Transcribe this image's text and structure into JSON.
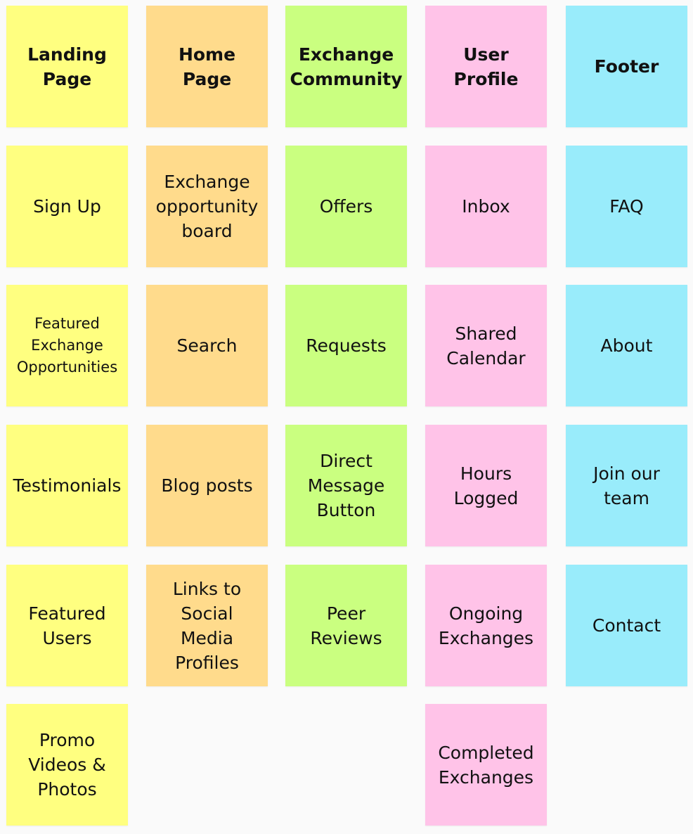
{
  "columns": {
    "landing_page": {
      "header": "Landing\nPage",
      "items": [
        "Sign Up",
        "Featured\nExchange\nOpportunities",
        "Testimonials",
        "Featured\nUsers",
        "Promo\nVideos &\nPhotos"
      ]
    },
    "home_page": {
      "header": "Home Page",
      "items": [
        "Exchange\nopportunity\nboard",
        "Search",
        "Blog posts",
        "Links to\nSocial\nMedia\nProfiles"
      ]
    },
    "exchange_community": {
      "header": "Exchange\nCommunity",
      "items": [
        "Offers",
        "Requests",
        "Direct\nMessage\nButton",
        "Peer\nReviews"
      ]
    },
    "user_profile": {
      "header": "User\nProfile",
      "items": [
        "Inbox",
        "Shared\nCalendar",
        "Hours\nLogged",
        "Ongoing\nExchanges",
        "Completed\nExchanges"
      ]
    },
    "footer": {
      "header": "Footer",
      "items": [
        "FAQ",
        "About",
        "Join our\nteam",
        "Contact"
      ]
    }
  },
  "colors": {
    "landing_page": "#ffff80",
    "home_page": "#ffdb8c",
    "exchange_community": "#caff80",
    "user_profile": "#ffc3e8",
    "footer": "#99ecfb",
    "background": "#fafafa"
  }
}
